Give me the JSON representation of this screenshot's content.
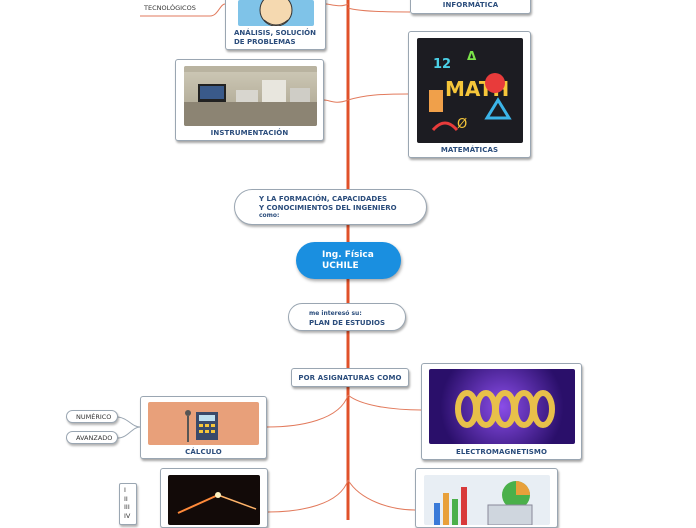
{
  "nodes": {
    "tecnologicos": "TECNOLÓGICOS",
    "informatica": "INFORMÁTICA",
    "analisis": [
      "ANÁLISIS, SOLUCIÓN",
      "DE PROBLEMAS"
    ],
    "instrumentacion": "INSTRUMENTACIÓN",
    "matematicas": "MATEMÁTICAS",
    "formacion": [
      "Y LA FORMACIÓN, CAPACIDADES",
      "Y CONOCIMIENTOS DEL INGENIERO",
      "como:"
    ],
    "center": [
      "Ing. Física",
      "UCHILE"
    ],
    "interes": [
      "me interesó su:",
      "PLAN DE ESTUDIOS"
    ],
    "asignaturas": "POR ASIGNATURAS COMO",
    "calculo": "CÁLCULO",
    "numerico": "NUMÉRICO",
    "avanzado": "AVANZADO",
    "electromagnetismo": "ELECTROMAGNETISMO",
    "roman": [
      "I",
      "II",
      "III",
      "IV"
    ]
  },
  "math_image": {
    "text": "MATH"
  },
  "colors": {
    "trunk": "#e0512a",
    "branch": "#e27a5c",
    "center": "#1a8fe0",
    "caption": "#2b4d7c"
  }
}
